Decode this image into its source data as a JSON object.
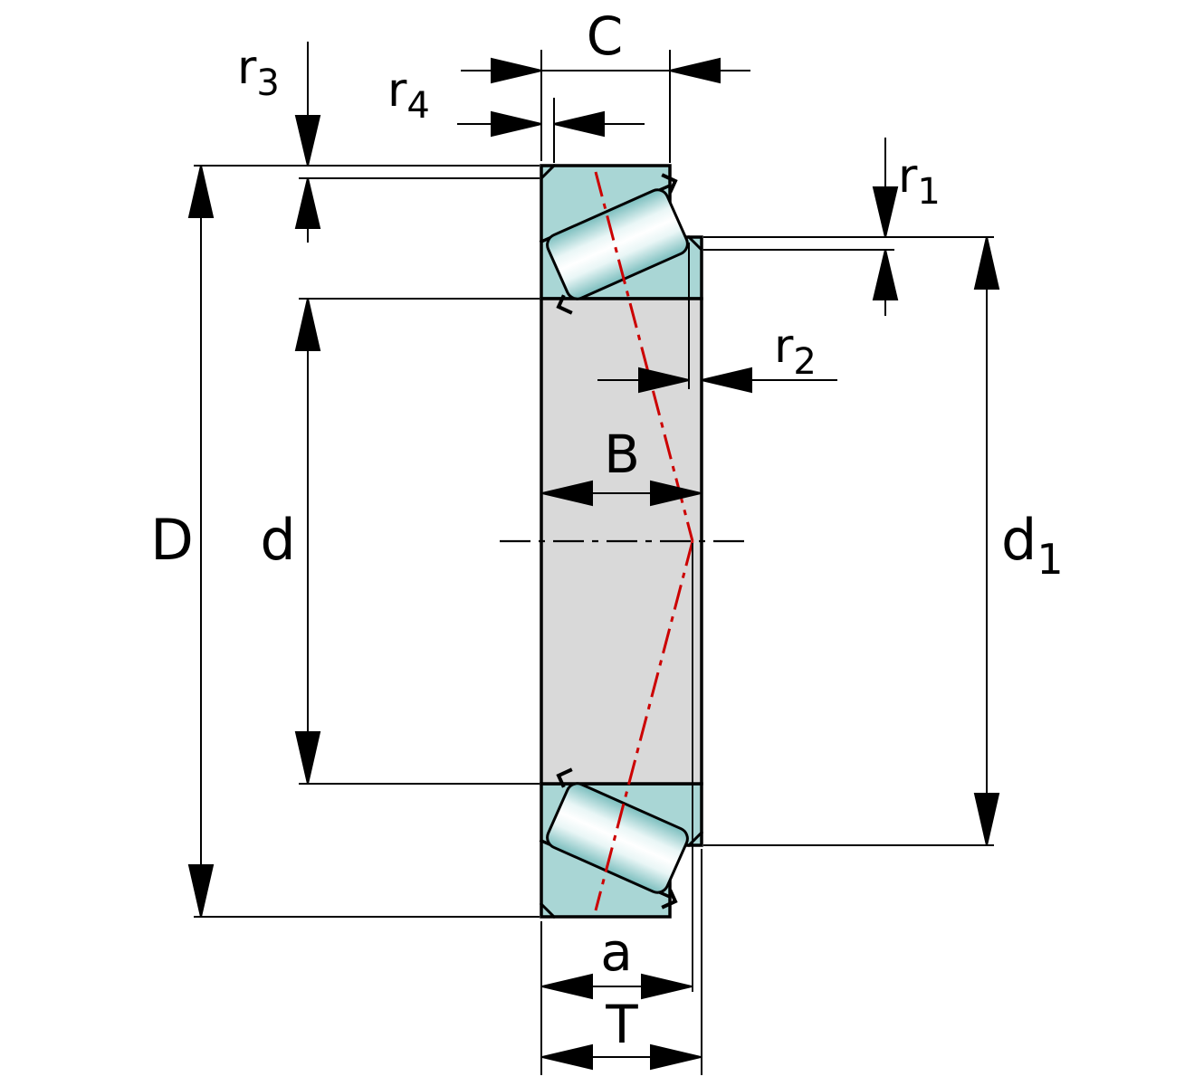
{
  "diagram": {
    "labels": {
      "D": {
        "base": "D",
        "sub": ""
      },
      "d": {
        "base": "d",
        "sub": ""
      },
      "d1": {
        "base": "d",
        "sub": "1"
      },
      "B": {
        "base": "B",
        "sub": ""
      },
      "C": {
        "base": "C",
        "sub": ""
      },
      "T": {
        "base": "T",
        "sub": ""
      },
      "a": {
        "base": "a",
        "sub": ""
      },
      "r1": {
        "base": "r",
        "sub": "1"
      },
      "r2": {
        "base": "r",
        "sub": "2"
      },
      "r3": {
        "base": "r",
        "sub": "3"
      },
      "r4": {
        "base": "r",
        "sub": "4"
      }
    },
    "colors": {
      "ring_fill": "#a9d6d5",
      "roller_edge": "#79bdbd",
      "section_fill": "#d9d9d9",
      "pressure_line": "#cc0000",
      "outline": "#000000",
      "background": "#ffffff"
    }
  }
}
